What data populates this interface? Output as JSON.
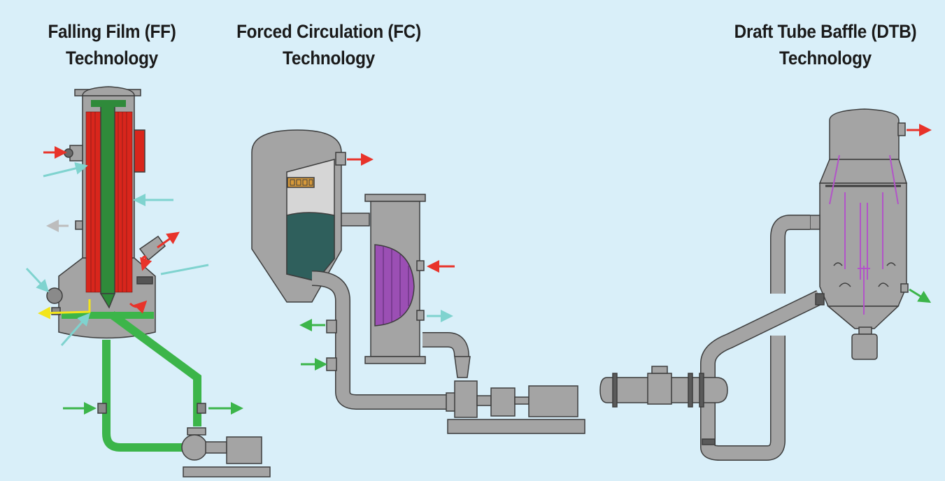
{
  "panels": [
    {
      "id": "ff",
      "title_line1": "Falling Film (FF)",
      "title_line2": "Technology"
    },
    {
      "id": "fc",
      "title_line1": "Forced Circulation (FC)",
      "title_line2": "Technology"
    },
    {
      "id": "dtb",
      "title_line1": "Draft Tube Baffle (DTB)",
      "title_line2": "Technology"
    }
  ],
  "colors": {
    "background": "#d9eff9",
    "vessel_gray": "#a4a4a4",
    "outline": "#3d3d3d",
    "liquid_green": "#3cb54a",
    "tube_red": "#d9261c",
    "steam_red_arrow": "#e8332a",
    "cyan_arrow": "#7fd3cf",
    "slurry_teal": "#2f5f5c",
    "heater_purple": "#9b4fb4",
    "baffle_purple": "#b254c8",
    "demister_orange": "#d89a3a",
    "yellow_arrow": "#f3e51b"
  }
}
